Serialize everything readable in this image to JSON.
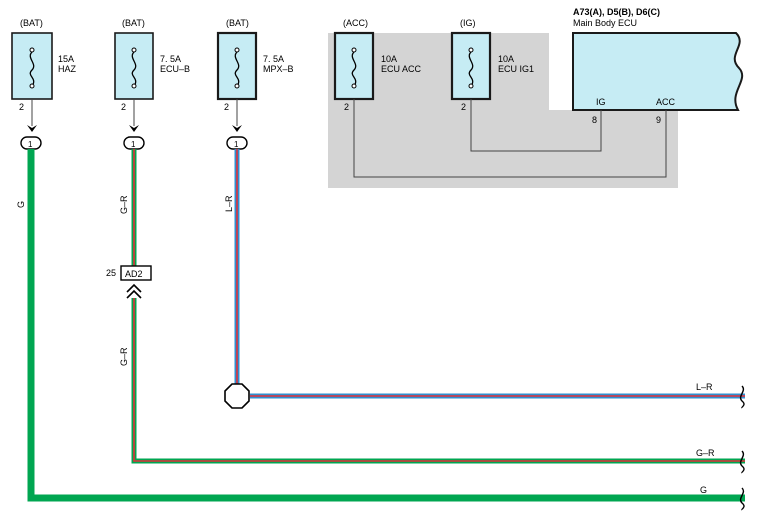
{
  "colors": {
    "background": "#ffffff",
    "box_fill": "#c6ecf4",
    "ecu_fill": "#c6ecf4",
    "grey_area": "#d4d4d4",
    "wire_green": "#00a651",
    "wire_red": "#e0303a",
    "wire_blue": "#2f8fd0",
    "thin_wire": "#444444",
    "outline": "#1a1a1a"
  },
  "fuses": [
    {
      "source": "(BAT)",
      "rating": "15A",
      "name": "HAZ",
      "pin": "2",
      "junction": "1"
    },
    {
      "source": "(BAT)",
      "rating": "7. 5A",
      "name": "ECU–B",
      "pin": "2",
      "junction": "1"
    },
    {
      "source": "(BAT)",
      "rating": "7. 5A",
      "name": "MPX–B",
      "pin": "2",
      "junction": "1"
    },
    {
      "source": "(ACC)",
      "rating": "10A",
      "name": "ECU ACC",
      "pin": "2"
    },
    {
      "source": "(IG)",
      "rating": "10A",
      "name": "ECU IG1",
      "pin": "2"
    }
  ],
  "ecu": {
    "connector": "A73(A), D5(B), D6(C)",
    "name": "Main Body ECU",
    "pins": [
      {
        "label": "IG",
        "number": "8"
      },
      {
        "label": "ACC",
        "number": "9"
      }
    ]
  },
  "connector_ad2": {
    "label": "AD2",
    "pin": "25"
  },
  "wire_labels": {
    "haz_vertical": "G",
    "ecub_upper": "G–R",
    "ecub_lower": "G–R",
    "mpxb_vertical": "L–R",
    "right_lr": "L–R",
    "right_gr": "G–R",
    "right_g": "G"
  }
}
